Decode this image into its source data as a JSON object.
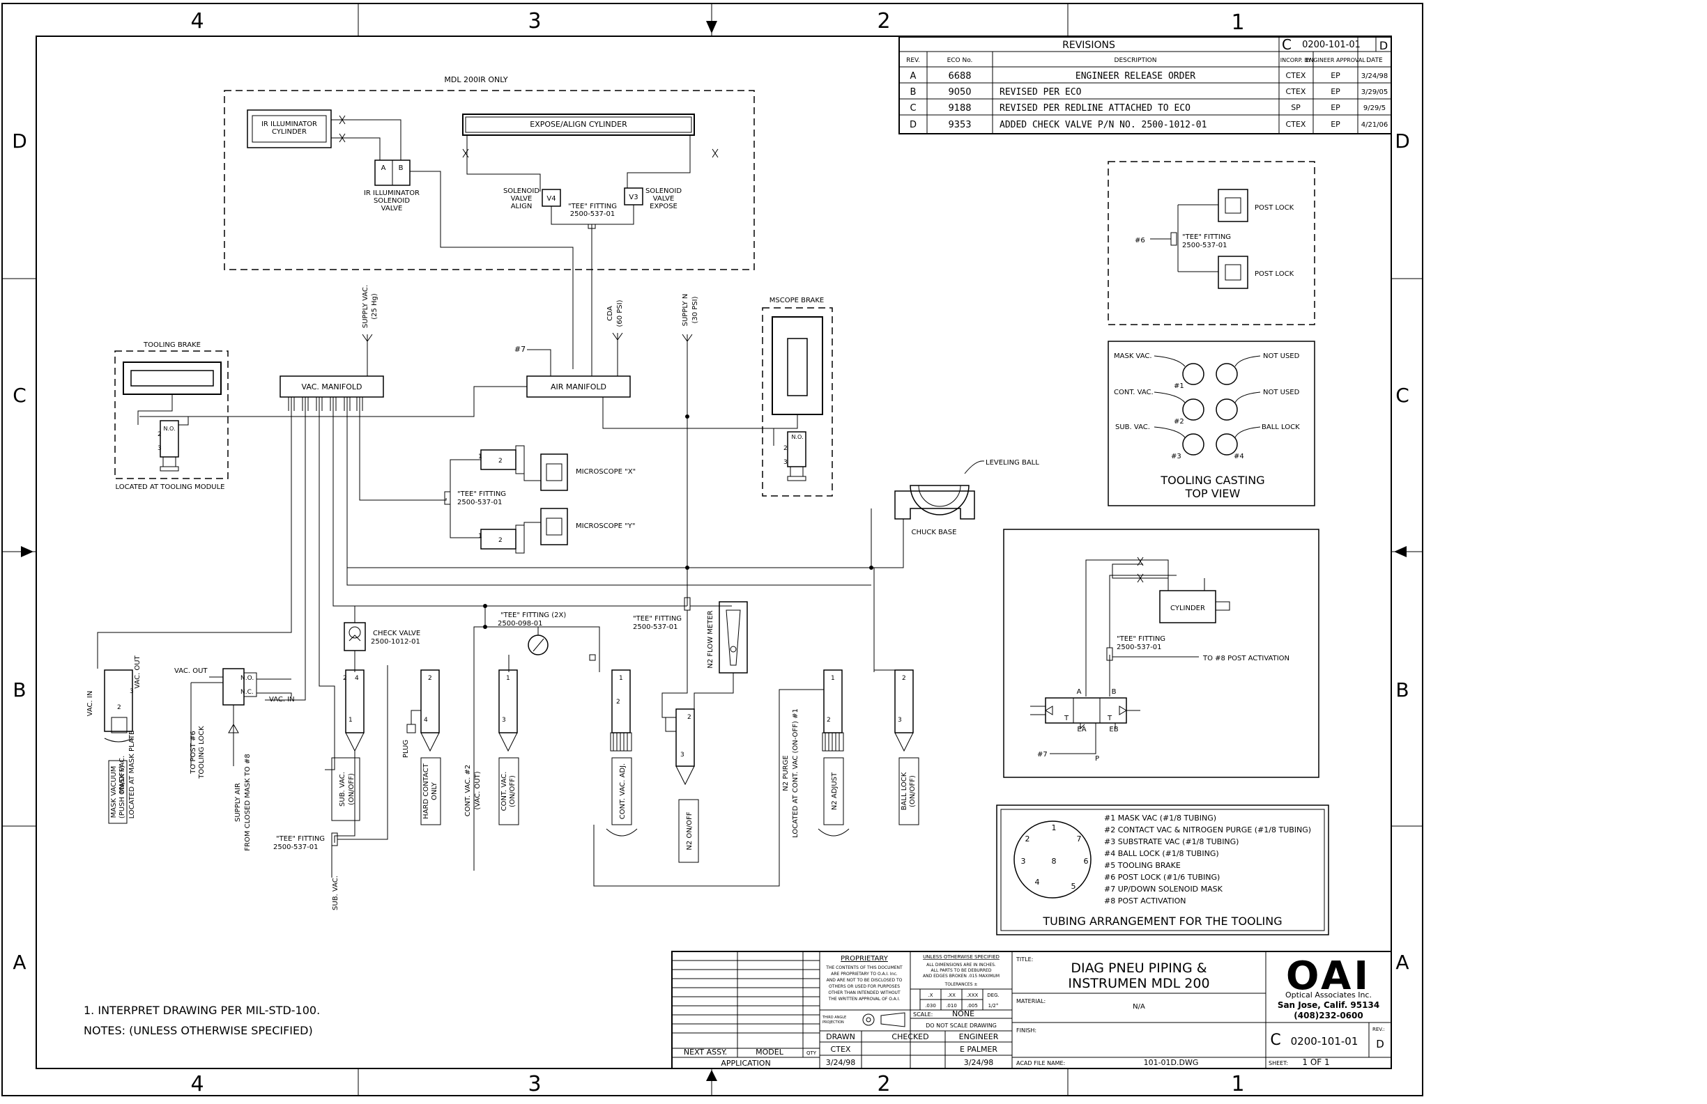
{
  "drawing": {
    "zones_horizontal": [
      "4",
      "3",
      "2",
      "1"
    ],
    "zones_vertical": [
      "D",
      "C",
      "B",
      "A"
    ]
  },
  "revisions": {
    "header": "REVISIONS",
    "size_code": "C",
    "doc_number": "0200-101-01",
    "rev_letter": "D",
    "columns": [
      "REV.",
      "ECO No.",
      "DESCRIPTION",
      "INCORP. BY",
      "ENGINEER APPROVAL",
      "DATE"
    ],
    "rows": [
      {
        "rev": "A",
        "eco": "6688",
        "description": "ENGINEER RELEASE ORDER",
        "incorp": "CTEX",
        "approval": "EP",
        "date": "3/24/98"
      },
      {
        "rev": "B",
        "eco": "9050",
        "description": "REVISED PER ECO",
        "incorp": "CTEX",
        "approval": "EP",
        "date": "3/29/05"
      },
      {
        "rev": "C",
        "eco": "9188",
        "description": "REVISED PER REDLINE ATTACHED TO ECO",
        "incorp": "SP",
        "approval": "EP",
        "date": "9/29/5"
      },
      {
        "rev": "D",
        "eco": "9353",
        "description": "ADDED CHECK VALVE P/N NO. 2500-1012-01",
        "incorp": "CTEX",
        "approval": "EP",
        "date": "4/21/06"
      }
    ]
  },
  "labels": {
    "mdl_200ir_only": "MDL 200IR ONLY",
    "ir_illuminator_cylinder": [
      "IR ILLUMINATOR",
      "CYLINDER"
    ],
    "ir_illuminator_solenoid": [
      "IR ILLUMINATOR",
      "SOLENOID",
      "VALVE"
    ],
    "expose_align_cylinder": "EXPOSE/ALIGN CYLINDER",
    "solenoid_valve_align": [
      "SOLENOID",
      "VALVE",
      "ALIGN"
    ],
    "solenoid_valve_expose": [
      "SOLENOID",
      "VALVE",
      "EXPOSE"
    ],
    "tee_fitting_top": [
      "\"TEE\" FITTING",
      "2500-537-01"
    ],
    "port_a": "A",
    "port_b": "B",
    "v4": "V4",
    "v3": "V3",
    "supply_vac": [
      "SUPPLY VAC.",
      "(25 Hg)"
    ],
    "cda": [
      "CDA",
      "(60 PSI)"
    ],
    "supply_n": [
      "SUPPLY N",
      "(30 PSI)"
    ],
    "tooling_brake": "TOOLING BRAKE",
    "located_at_tooling_module": "LOCATED AT TOOLING MODULE",
    "vac_manifold": "VAC. MANIFOLD",
    "air_manifold": "AIR MANIFOLD",
    "hash7": "#7",
    "mscope_brake": "MSCOPE BRAKE",
    "microscope_x": "MICROSCOPE \"X\"",
    "microscope_y": "MICROSCOPE \"Y\"",
    "tee_fitting_mid": [
      "\"TEE\" FITTING",
      "2500-537-01"
    ],
    "leveling_ball": "LEVELING BALL",
    "chuck_base": "CHUCK BASE",
    "check_valve": [
      "CHECK VALVE",
      "2500-1012-01"
    ],
    "tee_fitting_2x": [
      "\"TEE\" FITTING (2X)",
      "2500-098-01"
    ],
    "tee_fitting_right": [
      "\"TEE\" FITTING",
      "2500-537-01"
    ],
    "n2_flow_meter": "N2 FLOW METER",
    "vac_out": "VAC. OUT",
    "vac_in": "VAC. IN",
    "no": "N.O.",
    "nc": "N.C.",
    "vac_in_left": "VAC. IN",
    "vac_out_left": "VAC. OUT",
    "mask_vac_located": [
      "MASK VAC.",
      "LOCATED AT MASK PLATE"
    ],
    "mask_vacuum": [
      "MASK VACUUM",
      "(PUSH ON/OFF)"
    ],
    "to_post_6": [
      "TO POST #6",
      "TOOLING LOCK"
    ],
    "supply_air": [
      "SUPPLY AIR",
      "FROM CLOSED MASK TO #8"
    ],
    "tee_fitting_bottom": [
      "\"TEE\" FITTING",
      "2500-537-01"
    ],
    "sub_vac": "SUB. VAC.",
    "sub_vac_onoff": [
      "SUB. VAC.",
      "(ON/OFF)"
    ],
    "plug": "PLUG",
    "hard_contact": [
      "HARD CONTACT",
      "ONLY"
    ],
    "cont_vac_2": [
      "CONT. VAC. #2",
      "(VAC. OUT)"
    ],
    "cont_vac_onoff": [
      "CONT. VAC.",
      "(ON/OFF)"
    ],
    "cont_vac_adj": "CONT. VAC. ADJ.",
    "n2_onoff": "N2 ON/OFF",
    "n2_purge": [
      "N2 PURGE",
      "LOCATED AT CONT. VAC (ON-OFF) #1"
    ],
    "n2_adjust": "N2 ADJUST",
    "ball_lock_onoff": [
      "BALL LOCK",
      "(ON/OFF)"
    ],
    "post_lock": "POST LOCK",
    "hash6": "#6",
    "mask_vac": "MASK VAC.",
    "cont_vac": "CONT. VAC.",
    "sub_vac_casting": "SUB. VAC.",
    "not_used": "NOT USED",
    "ball_lock": "BALL LOCK",
    "casting_n1": "#1",
    "casting_n2": "#2",
    "casting_n3": "#3",
    "casting_n4": "#4",
    "tooling_casting": [
      "TOOLING CASTING",
      "TOP VIEW"
    ],
    "cylinder": "CYLINDER",
    "to_8_post_activation": "TO #8 POST ACTIVATION",
    "ea": "EA",
    "eb": "EB",
    "p": "P",
    "t": "T"
  },
  "tubing": {
    "title": "TUBING ARRANGEMENT FOR THE TOOLING",
    "numbers": [
      "1",
      "2",
      "3",
      "4",
      "5",
      "6",
      "7",
      "8"
    ],
    "legend": [
      "#1 MASK VAC (#1/8 TUBING)",
      "#2 CONTACT VAC & NITROGEN PURGE (#1/8 TUBING)",
      "#3 SUBSTRATE VAC (#1/8 TUBING)",
      "#4 BALL LOCK (#1/8 TUBING)",
      "#5 TOOLING BRAKE",
      "#6 POST LOCK (#1/6 TUBING)",
      "#7 UP/DOWN SOLENOID MASK",
      "#8 POST ACTIVATION"
    ]
  },
  "notes": {
    "heading": "NOTES: (UNLESS OTHERWISE SPECIFIED)",
    "items": [
      "1. INTERPRET DRAWING PER MIL-STD-100."
    ]
  },
  "title_block": {
    "proprietary": "PROPRIETARY",
    "proprietary_text": [
      "THE CONTENTS OF THIS DOCUMENT",
      "ARE PROPRIETARY TO O.A.I. Inc.",
      "AND ARE NOT TO BE DISCLOSED TO",
      "OTHERS OR USED FOR PURPOSES",
      "OTHER THAN INTENDED WITHOUT",
      "THE WRITTEN APPROVAL OF O.A.I."
    ],
    "unless": "UNLESS OTHERWISE SPECIFIED",
    "unless_text": [
      "ALL DIMENSIONS ARE IN INCHES.",
      "ALL PARTS TO BE DEBURRED",
      "AND EDGES BROKEN .015 MAXIMUM"
    ],
    "tolerances": "TOLERANCES ±",
    "tol_headers": [
      ".X",
      ".XX",
      ".XXX",
      "DEG."
    ],
    "tol_values": [
      ".030",
      ".010",
      ".005",
      "1/2°"
    ],
    "third_angle": [
      "THIRD ANGLE",
      "PROJECTION"
    ],
    "scale_label": "SCALE:",
    "scale_value": "NONE",
    "do_not_scale": "DO NOT SCALE DRAWING",
    "drawn": "DRAWN",
    "checked": "CHECKED",
    "engineer": "ENGINEER",
    "drawn_by": "CTEX",
    "engineer_name": "E PALMER",
    "drawn_date": "3/24/98",
    "engineer_date": "3/24/98",
    "next_assy": "NEXT ASSY.",
    "model": "MODEL",
    "qty": "QTY",
    "application": "APPLICATION",
    "title_label": "TITLE:",
    "title_line1": "DIAG PNEU PIPING &",
    "title_line2": "INSTRUMEN MDL 200",
    "material_label": "MATERIAL:",
    "material_value": "N/A",
    "finish_label": "FINISH:",
    "acad_label": "ACAD FILE NAME:",
    "acad_value": "101-01D.DWG",
    "company_logo": "OAI",
    "company_name": "Optical Associates Inc.",
    "company_city": "San Jose, Calif. 95134",
    "company_phone": "(408)232-0600",
    "size": "C",
    "doc_number": "0200-101-01",
    "rev_label": "REV.:",
    "rev": "D",
    "sheet_label": "SHEET:",
    "sheet_value": "1 OF 1"
  }
}
